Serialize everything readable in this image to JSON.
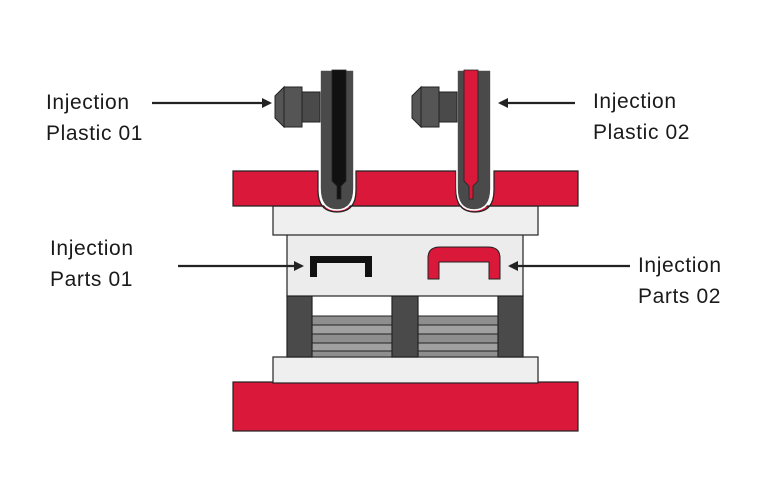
{
  "labels": {
    "plastic_01": {
      "line1": "Injection",
      "line2": "Plastic 01"
    },
    "plastic_02": {
      "line1": "Injection",
      "line2": "Plastic 02"
    },
    "parts_01": {
      "line1": "Injection",
      "line2": "Parts 01"
    },
    "parts_02": {
      "line1": "Injection",
      "line2": "Parts 02"
    }
  },
  "colors": {
    "mold_red": "#d9183a",
    "plate_light": "#efefef",
    "plate_mid": "#e5e5e5",
    "nozzle_dark": "#4a4a4a",
    "plastic_01_color": "#111111",
    "plastic_02_color": "#d9183a",
    "ejector_gray": "#8e8e8e",
    "outline": "#222222",
    "arrow": "#222222"
  }
}
